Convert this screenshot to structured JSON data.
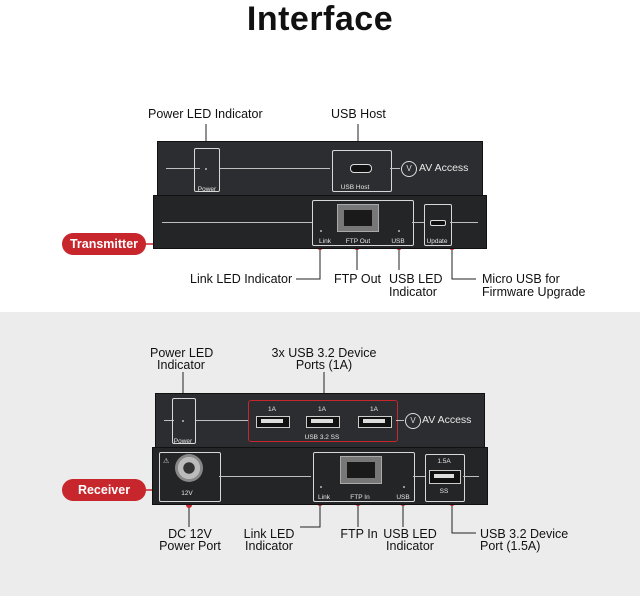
{
  "title": "Interface",
  "brand": "AV Access",
  "colors": {
    "accent": "#c7262c",
    "device": "#2b2d30"
  },
  "transmitter": {
    "badge": "Transmitter",
    "callouts": {
      "power_led": "Power LED Indicator",
      "usb_host": "USB Host",
      "link_led": "Link LED Indicator",
      "ftp_out": "FTP Out",
      "usb_led_1": "USB LED",
      "usb_led_2": "Indicator",
      "micro_usb_1": "Micro USB for",
      "micro_usb_2": "Firmware Upgrade"
    },
    "silk": {
      "power": "Power",
      "usb_host": "USB Host",
      "link": "Link",
      "ftp_out": "FTP Out",
      "usb": "USB",
      "update": "Update"
    }
  },
  "receiver": {
    "badge": "Receiver",
    "callouts": {
      "power_led_1": "Power LED",
      "power_led_2": "Indicator",
      "usb_device_1": "3x USB 3.2 Device",
      "usb_device_2": "Ports (1A)",
      "dc_1": "DC 12V",
      "dc_2": "Power Port",
      "link_led_1": "Link LED",
      "link_led_2": "Indicator",
      "ftp_in": "FTP In",
      "usb_led_1": "USB LED",
      "usb_led_2": "Indicator",
      "usb_port_1": "USB 3.2 Device",
      "usb_port_2": "Port (1.5A)"
    },
    "silk": {
      "power": "Power",
      "port_1a_1": "1A",
      "port_1a_2": "1A",
      "port_1a_3": "1A",
      "usb32": "USB 3.2 SS",
      "v12": "12V",
      "link": "Link",
      "ftp_in": "FTP In",
      "usb": "USB",
      "port_15a": "1.5A",
      "ss": "SS"
    }
  }
}
